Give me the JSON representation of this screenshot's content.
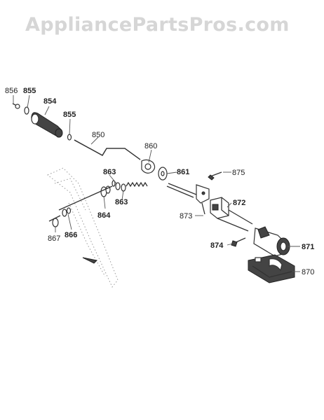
{
  "watermark": "AppliancePartsPros.com",
  "labels": {
    "l850": "850",
    "l854": "854",
    "l855a": "855",
    "l855b": "855",
    "l856": "856",
    "l860": "860",
    "l861": "861",
    "l863a": "863",
    "l863b": "863",
    "l864": "864",
    "l866": "866",
    "l867": "867",
    "l870": "870",
    "l871": "871",
    "l872": "872",
    "l873": "873",
    "l874": "874",
    "l875": "875"
  }
}
